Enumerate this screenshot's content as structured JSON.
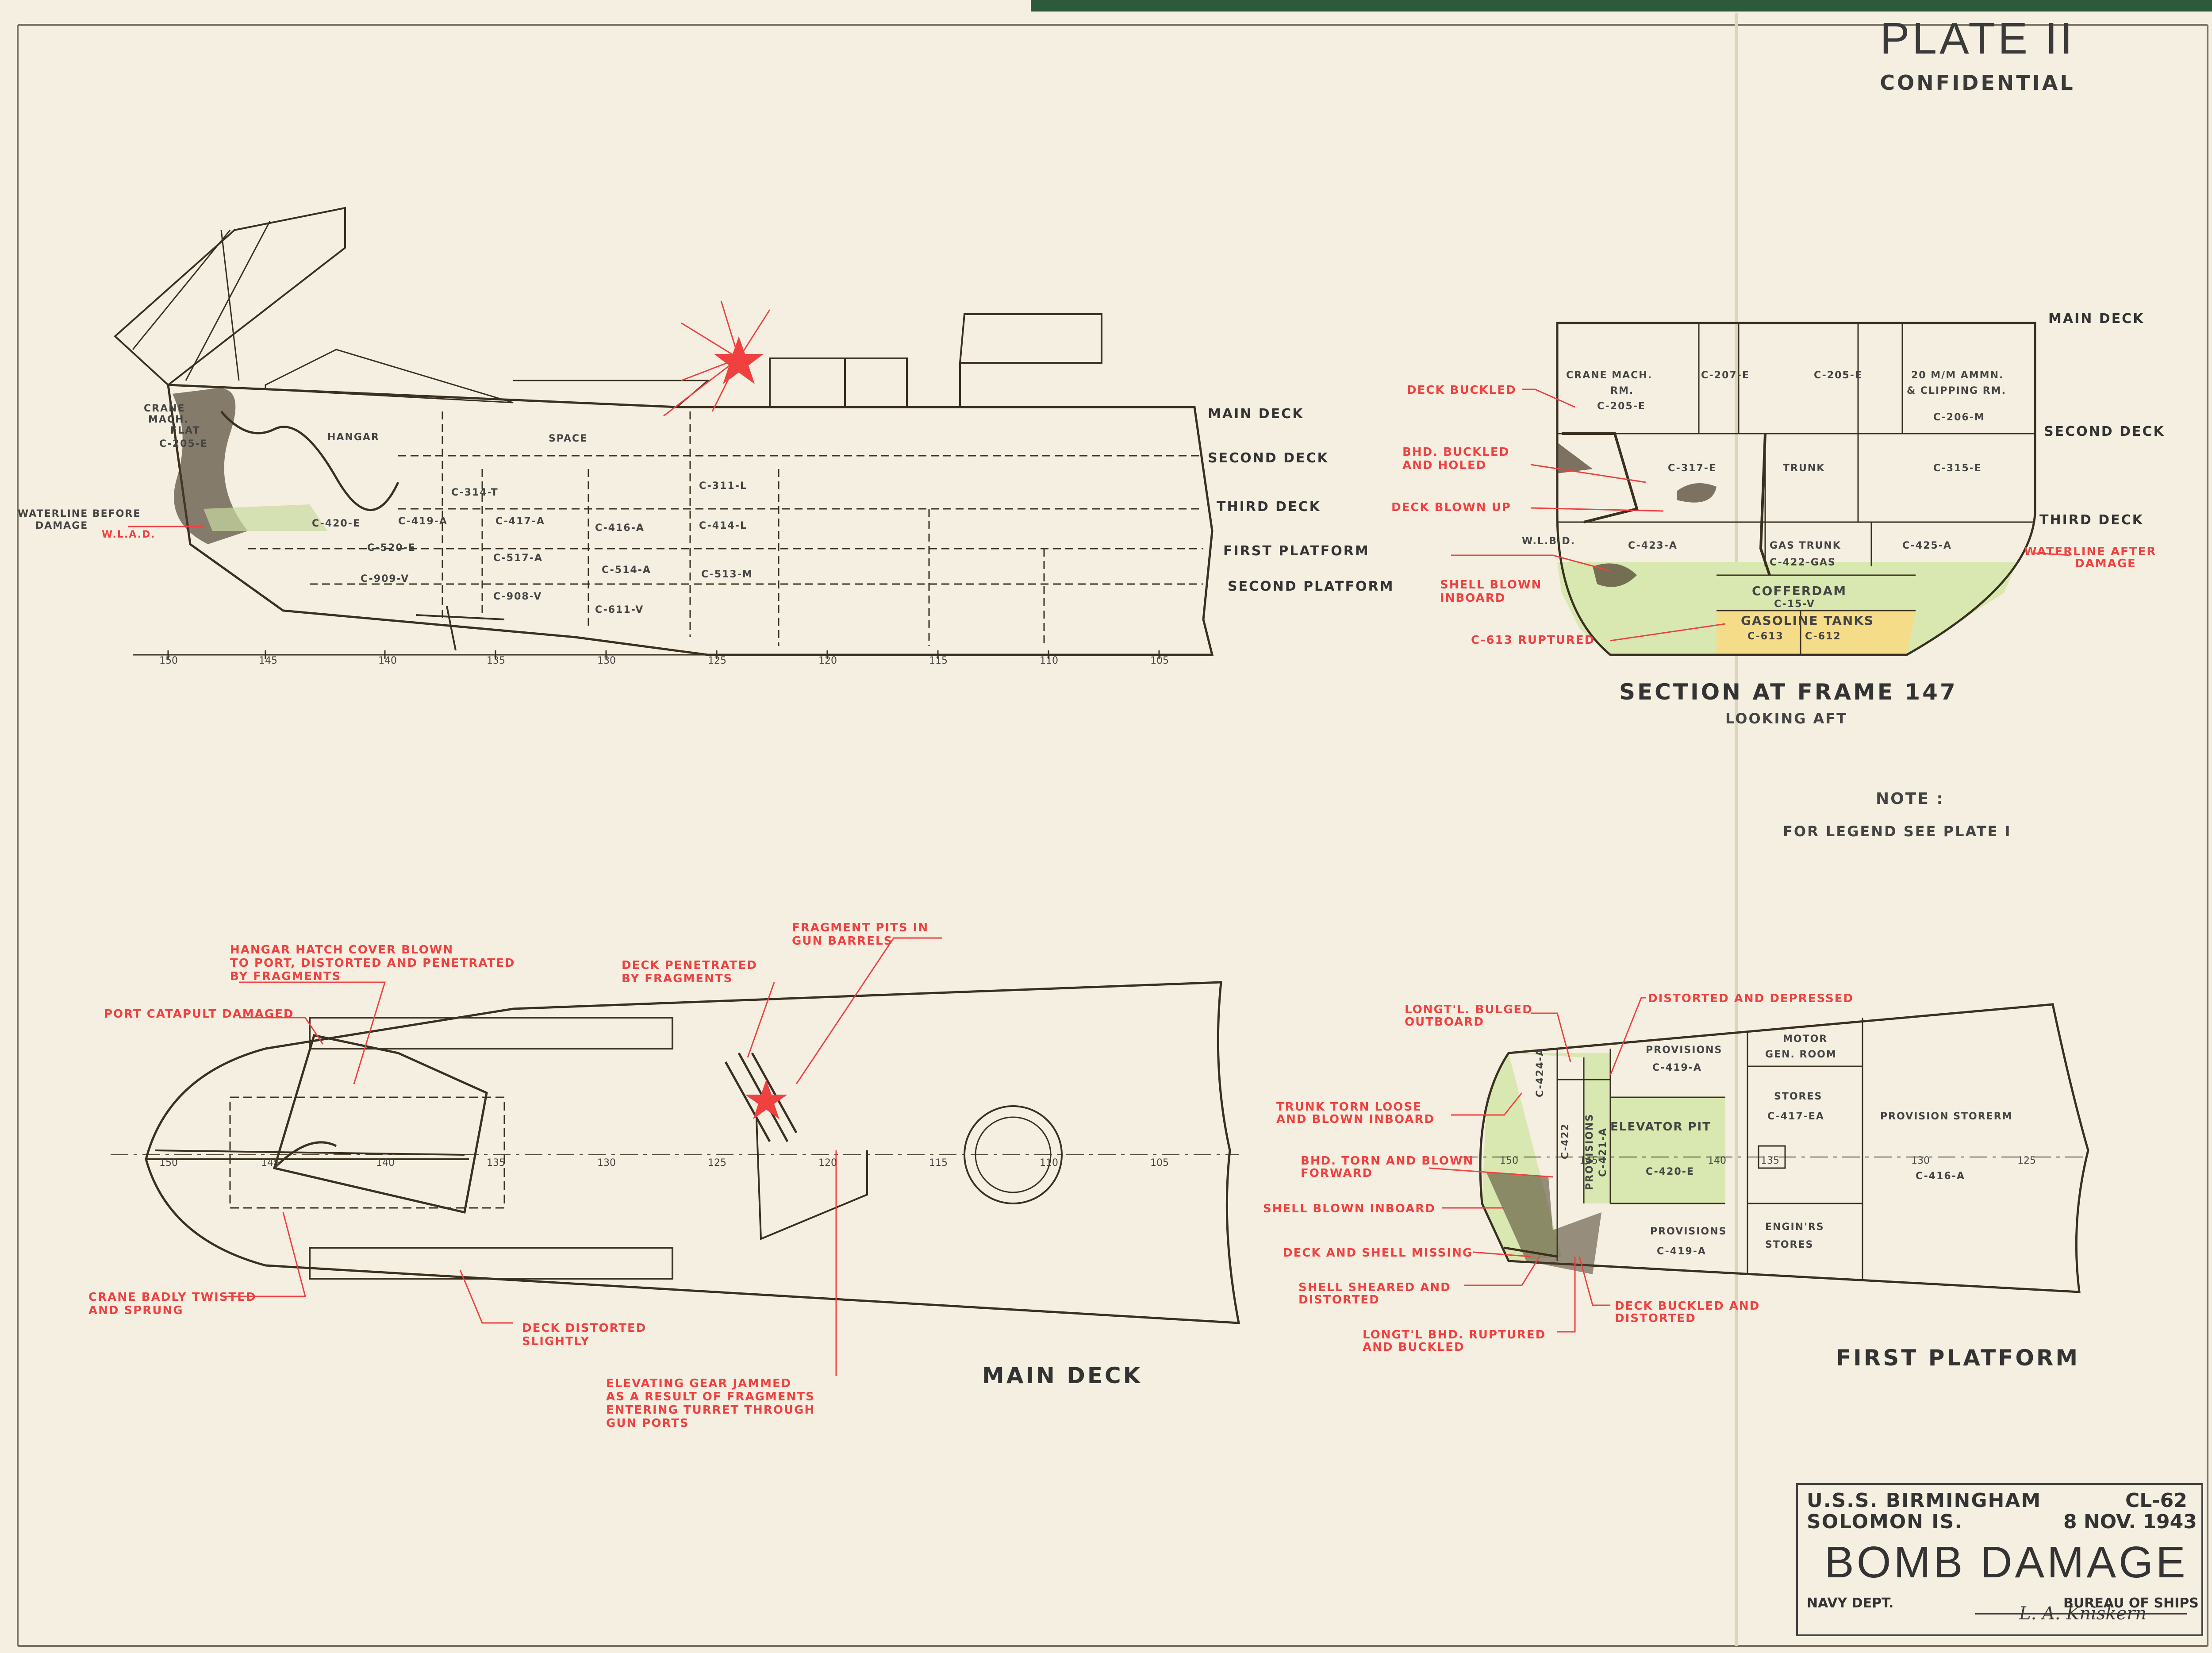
{
  "header": {
    "plate": "PLATE II",
    "classification": "CONFIDENTIAL"
  },
  "colors": {
    "paper": "#f4efe0",
    "ink": "#3a3020",
    "annotation_red": "#f04040",
    "flooded_green": "#d8e8b0",
    "gasoline_yellow": "#f5dc88"
  },
  "profile": {
    "deck_labels": [
      "MAIN DECK",
      "SECOND DECK",
      "THIRD DECK",
      "FIRST PLATFORM",
      "SECOND PLATFORM"
    ],
    "waterline_before": [
      "WATERLINE BEFORE",
      "DAMAGE"
    ],
    "wlad": "W.L.A.D.",
    "crane_flat": [
      "CRANE",
      "MACH.",
      "FLAT"
    ],
    "hangar": "HANGAR",
    "space": "SPACE",
    "compartments": [
      "C-205-E",
      "C-314-T",
      "C-419-A",
      "C-420-E",
      "C-520-E",
      "C-909-V",
      "C-417-A",
      "C-517-A",
      "C-908-V",
      "C-416-A",
      "C-514-A",
      "C-611-V",
      "C-311-L",
      "C-414-L",
      "C-513-M"
    ],
    "frames": [
      "150",
      "145",
      "140",
      "135",
      "130",
      "125",
      "120",
      "115",
      "110",
      "105"
    ]
  },
  "section": {
    "title": "SECTION AT FRAME 147",
    "subtitle": "LOOKING AFT",
    "deck_labels": [
      "MAIN DECK",
      "SECOND DECK",
      "THIRD DECK"
    ],
    "waterline_after": [
      "WATERLINE AFTER",
      "DAMAGE"
    ],
    "wlbd": "W.L.B.D.",
    "compartments": {
      "crane": [
        "CRANE  MACH.",
        "RM.",
        "C-205-E"
      ],
      "c207": "C-207-E",
      "c205": "C-205-E",
      "ammn": [
        "20 M/M  AMMN.",
        "& CLIPPING RM.",
        "C-206-M"
      ],
      "c317": "C-317-E",
      "trunk": "TRUNK",
      "c315": "C-315-E",
      "c423": "C-423-A",
      "gas_trunk": [
        "GAS TRUNK",
        "C-422-GAS"
      ],
      "c425": "C-425-A",
      "cofferdam": [
        "COFFERDAM",
        "C-15-V"
      ],
      "gasoline": [
        "GASOLINE TANKS",
        "C-613",
        "C-612"
      ]
    },
    "annotations": {
      "deck_buckled": "DECK BUCKLED",
      "bhd_buckled": [
        "BHD. BUCKLED",
        "AND HOLED"
      ],
      "deck_blown_up": "DECK BLOWN UP",
      "shell_blown": [
        "SHELL BLOWN",
        "INBOARD"
      ],
      "c613": "C-613 RUPTURED"
    }
  },
  "notes": {
    "heading": "NOTE :",
    "text": "FOR LEGEND SEE PLATE I"
  },
  "main_deck": {
    "title": "MAIN DECK",
    "frames": [
      "150",
      "145",
      "140",
      "135",
      "130",
      "125",
      "120",
      "115",
      "110",
      "105"
    ],
    "annotations": {
      "hatch": [
        "HANGAR HATCH COVER BLOWN",
        "TO PORT, DISTORTED AND PENETRATED",
        "BY FRAGMENTS"
      ],
      "catapult": "PORT CATAPULT DAMAGED",
      "deck_pen": [
        "DECK PENETRATED",
        "BY FRAGMENTS"
      ],
      "frag_pits": [
        "FRAGMENT PITS IN",
        "GUN BARRELS"
      ],
      "crane": [
        "CRANE BADLY TWISTED",
        "AND SPRUNG"
      ],
      "deck_dist": [
        "DECK DISTORTED",
        "SLIGHTLY"
      ],
      "elev_gear": [
        "ELEVATING GEAR JAMMED",
        "AS A RESULT OF FRAGMENTS",
        "ENTERING TURRET THROUGH",
        "GUN PORTS"
      ]
    }
  },
  "first_platform": {
    "title": "FIRST PLATFORM",
    "compartments": {
      "c424": "C-424-A",
      "c422": "C-422",
      "provisions_v": "PROVISIONS",
      "c421": "C-421-A",
      "provisions_top": [
        "PROVISIONS",
        "C-419-A"
      ],
      "elevator": "ELEVATOR PIT",
      "c420": "C-420-E",
      "motor_gen": [
        "MOTOR",
        "GEN. ROOM"
      ],
      "stores": [
        "STORES",
        "C-417-EA"
      ],
      "prov_storerm": "PROVISION STORERM",
      "c416": "C-416-A",
      "provisions_bot": [
        "PROVISIONS",
        "C-419-A"
      ],
      "engineers": [
        "ENGIN'RS",
        "STORES"
      ]
    },
    "frames": [
      "150",
      "145",
      "140",
      "135",
      "130",
      "125"
    ],
    "annotations": {
      "longtl_bulged": [
        "LONGT'L. BULGED",
        "OUTBOARD"
      ],
      "dist_depressed": "DISTORTED AND DEPRESSED",
      "trunk_torn": [
        "TRUNK TORN LOOSE",
        "AND BLOWN INBOARD"
      ],
      "bhd_torn": [
        "BHD. TORN AND BLOWN",
        "FORWARD"
      ],
      "shell_inboard": "SHELL BLOWN INBOARD",
      "deck_shell_missing": "DECK AND SHELL MISSING",
      "shell_sheared": [
        "SHELL SHEARED AND",
        "DISTORTED"
      ],
      "longtl_ruptured": [
        "LONGT'L BHD. RUPTURED",
        "AND BUCKLED"
      ],
      "deck_buckled_dist": [
        "DECK BUCKLED AND",
        "DISTORTED"
      ]
    }
  },
  "title_block": {
    "ship": "U.S.S. BIRMINGHAM",
    "hull": "CL-62",
    "location": "SOLOMON IS.",
    "date": "8 NOV. 1943",
    "title": "BOMB DAMAGE",
    "dept": "NAVY DEPT.",
    "bureau": "BUREAU OF SHIPS",
    "signature": "L. A. Kniskern"
  }
}
